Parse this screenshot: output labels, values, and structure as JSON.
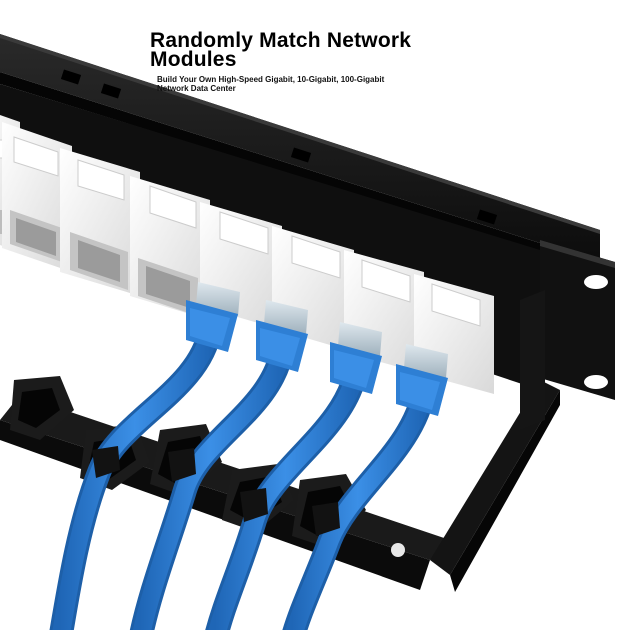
{
  "headline": {
    "line1": "Randomly Match Network",
    "line2": " Modules"
  },
  "subheadline": "Build Your Own High-Speed Gigabit, 10-Gigabit, 100-Gigabit Network Data Center",
  "colors": {
    "panel": "#141414",
    "keystone": "#f2f2f2",
    "cable": "#2f7fd6",
    "cable_shade": "#1d5fa8",
    "background": "#ffffff"
  }
}
